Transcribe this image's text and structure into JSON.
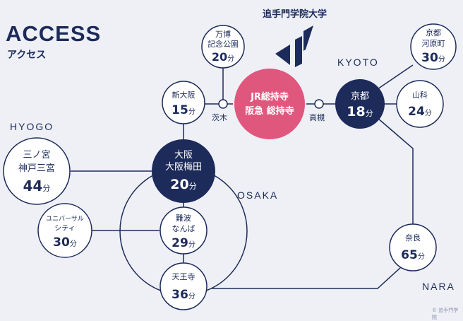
{
  "header": {
    "title": "ACCESS",
    "subtitle": "アクセス"
  },
  "university": {
    "name": "追手門学院大学"
  },
  "regions": {
    "hyogo": "HYOGO",
    "osaka": "OSAKA",
    "kyoto": "KYOTO",
    "nara": "NARA"
  },
  "stations": {
    "ibaraki": "茨木",
    "takatsuki": "高槻"
  },
  "nodes": {
    "origin": {
      "line1": "JR総持寺",
      "line2": "阪急 総持寺"
    },
    "osaka": {
      "line1": "大阪",
      "line2": "大阪梅田",
      "time": "20",
      "unit": "分"
    },
    "kyoto": {
      "line1": "京都",
      "time": "18",
      "unit": "分"
    },
    "shin_osaka": {
      "line1": "新大阪",
      "time": "15",
      "unit": "分"
    },
    "banpaku": {
      "line1": "万博",
      "line2": "記念公園",
      "time": "20",
      "unit": "分"
    },
    "kawaramachi": {
      "line1": "京都",
      "line2": "河原町",
      "time": "30",
      "unit": "分"
    },
    "yamashina": {
      "line1": "山科",
      "time": "24",
      "unit": "分"
    },
    "sannomiya": {
      "line1": "三ノ宮",
      "line2": "神戸三宮",
      "time": "44",
      "unit": "分"
    },
    "usj": {
      "line1": "ユニバーサル",
      "line2": "シティ",
      "time": "30",
      "unit": "分"
    },
    "namba": {
      "line1": "難波",
      "line2": "なんば",
      "time": "29",
      "unit": "分"
    },
    "tennoji": {
      "line1": "天王寺",
      "time": "36",
      "unit": "分"
    },
    "nara": {
      "line1": "奈良",
      "time": "65",
      "unit": "分"
    }
  },
  "copyright": "© 追手門学院"
}
